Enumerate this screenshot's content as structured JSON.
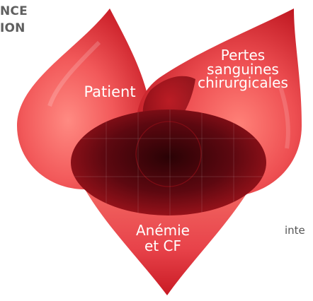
{
  "heading": {
    "line1": "NCE",
    "line2": "ION"
  },
  "diagram": {
    "type": "venn-3-drops",
    "colors": {
      "drop_light": "#f06a62",
      "drop_mid": "#e2333a",
      "drop_dark": "#a0121a",
      "center_dark": "#3a0407"
    },
    "sets": [
      {
        "key": "patient",
        "label": "Patient"
      },
      {
        "key": "pertes",
        "label_lines": [
          "Pertes",
          "sanguines",
          "chirurgicales"
        ]
      },
      {
        "key": "anemie",
        "label_lines": [
          "Anémie",
          "et CF"
        ]
      }
    ]
  },
  "side_text": "inte"
}
